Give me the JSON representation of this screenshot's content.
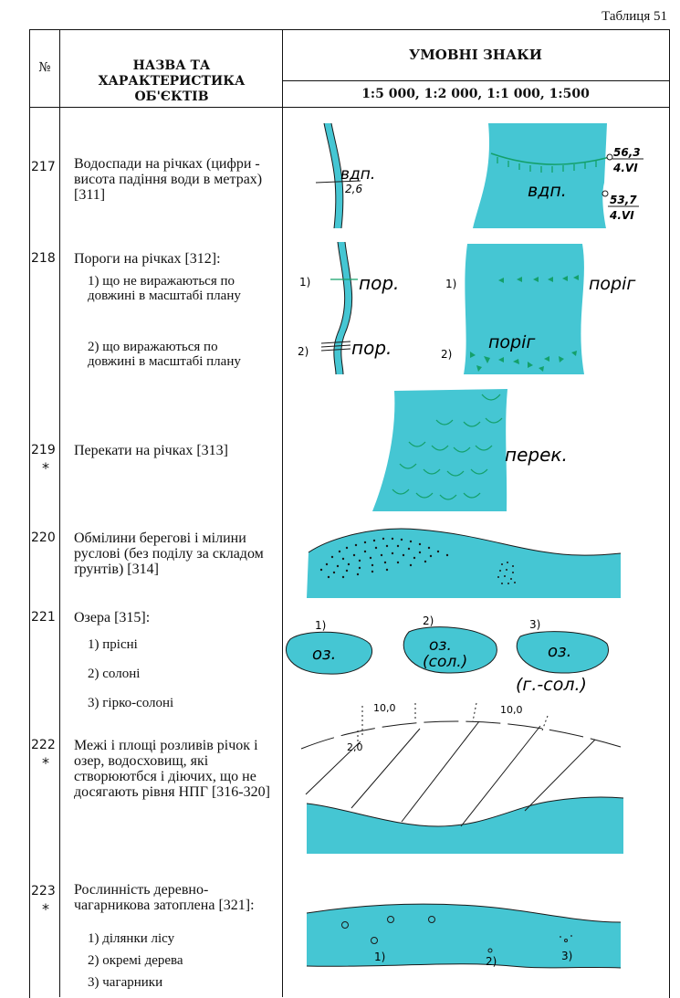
{
  "table_label": "Таблиця 51",
  "header": {
    "num_col": "№",
    "name_col": "НАЗВА ТА ХАРАКТЕРИСТИКА ОБ'ЄКТІВ",
    "signs_col": "УМОВНІ ЗНАКИ",
    "scales": "1:5 000, 1:2 000, 1:1 000, 1:500"
  },
  "rows": [
    {
      "num": "217",
      "star": "",
      "desc": "Водоспади на річках (цифри - висота падіння води в метрах) [311]",
      "sym": {
        "a": "вдп.",
        "a_val": "2,6",
        "b": "вдп.",
        "b_top1": "56,3",
        "b_top2": "4.VI",
        "b_bot1": "53,7",
        "b_bot2": "4.VI"
      }
    },
    {
      "num": "218",
      "star": "",
      "desc": "Пороги на річках [312]:",
      "subs": [
        "1) що не виражаються по довжині в масштабі плану",
        "2) що виражаються по довжині в масштабі плану"
      ],
      "sym": {
        "m1": "1)",
        "m2": "2)",
        "a1": "пор.",
        "a2": "пор.",
        "b1": "поріг",
        "b2": "поріг"
      }
    },
    {
      "num": "219",
      "star": "*",
      "desc": "Перекати на річках [313]",
      "sym": {
        "lbl": "перек."
      }
    },
    {
      "num": "220",
      "star": "",
      "desc": "Обмілини берегові і мілини руслові (без поділу за складом ґрунтів) [314]"
    },
    {
      "num": "221",
      "star": "",
      "desc": "Озера [315]:",
      "subs": [
        "1) прісні",
        "2) солоні",
        "3) гірко-солоні"
      ],
      "sym": {
        "m1": "1)",
        "m2": "2)",
        "m3": "3)",
        "l1": "оз.",
        "l2a": "оз.",
        "l2b": "(сол.)",
        "l3": "оз.",
        "l3b": "(г.-сол.)"
      }
    },
    {
      "num": "222",
      "star": "*",
      "desc": "Межі і площі розливів річок і озер, водосховищ, які створюютбся і діючих, що не досягають рівня НПГ [316-320]",
      "sym": {
        "v1": "10,0",
        "v2": "2,0",
        "v3": "10,0"
      }
    },
    {
      "num": "223",
      "star": "*",
      "desc": "Рослинність деревно-чагарникова затоплена [321]:",
      "subs": [
        "1) ділянки лісу",
        "2) окремі дерева",
        "3) чагарники"
      ],
      "sym": {
        "m1": "1)",
        "m2": "2)",
        "m3": "3)"
      }
    }
  ],
  "colors": {
    "water": "#45c6d3",
    "ink": "#1a1a1a",
    "mark": "#14a06a"
  }
}
